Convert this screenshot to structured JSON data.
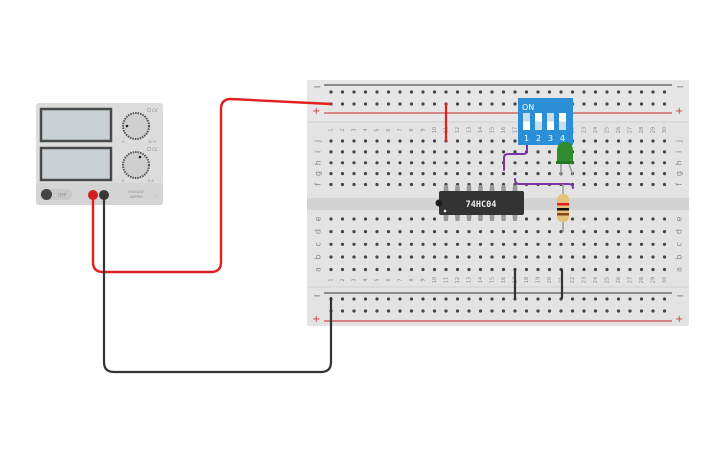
{
  "power_supply": {
    "knob1_min": "0",
    "knob1_max": "30 V",
    "knob2_min": "0",
    "knob2_max": "5 A",
    "cc_label": "CC",
    "cv_label": "CV",
    "switch_label": "OFF",
    "brand_line1": "VOLTAGE",
    "brand_line2": "SUPPLY",
    "colors": {
      "red_terminal": "#d11f1f",
      "black_terminal": "#3a3a3a"
    }
  },
  "breadboard": {
    "rail_minus": "−",
    "rail_plus": "+",
    "columns": [
      "1",
      "2",
      "3",
      "4",
      "5",
      "6",
      "7",
      "8",
      "9",
      "10",
      "11",
      "12",
      "13",
      "14",
      "15",
      "16",
      "17",
      "18",
      "19",
      "20",
      "21",
      "22",
      "23",
      "24",
      "25",
      "26",
      "27",
      "28",
      "29",
      "30"
    ],
    "rows_top": [
      "j",
      "i",
      "h",
      "g",
      "f"
    ],
    "rows_bottom": [
      "e",
      "d",
      "c",
      "b",
      "a"
    ]
  },
  "ic": {
    "label": "74HC04"
  },
  "dip_switch": {
    "on_label": "ON",
    "switch_numbers": [
      "1",
      "2",
      "3",
      "4"
    ],
    "states": [
      false,
      true,
      false,
      true
    ],
    "color": "#2a8fd6"
  },
  "led": {
    "color": "#2e8b2e"
  },
  "resistor": {
    "bands": [
      "#e02020",
      "#111111",
      "#8b4513"
    ]
  },
  "wires": {
    "red": "#e02020",
    "black": "#333333",
    "purple": "#7b35a6"
  }
}
